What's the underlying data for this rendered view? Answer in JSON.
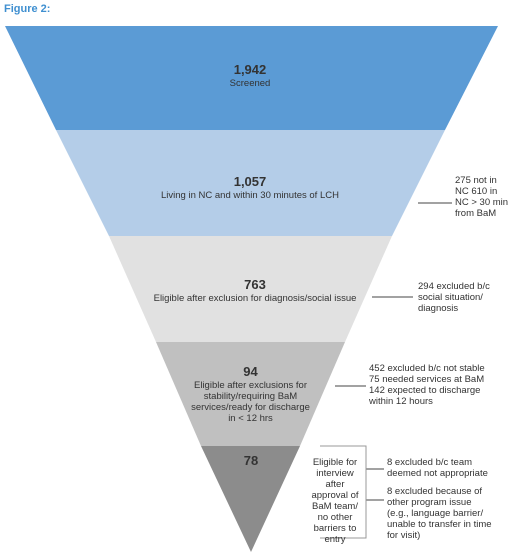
{
  "figure_title": "Figure 2:",
  "colors": {
    "title": "#3f8fd0",
    "stage1": "#5b9bd5",
    "stage2": "#b4cde8",
    "stage3": "#e1e1e1",
    "stage4": "#c0c0c0",
    "stage5": "#8c8c8c",
    "connector": "#444444"
  },
  "stages": [
    {
      "value": "1,942",
      "label": "Screened"
    },
    {
      "value": "1,057",
      "label": "Living in NC and within 30 minutes of LCH"
    },
    {
      "value": "763",
      "label": "Eligible after exclusion for diagnosis/social issue"
    },
    {
      "value": "94",
      "label": "Eligible after exclusions for stability/requiring BaM services/ready for discharge in < 12 hrs"
    },
    {
      "value": "78",
      "label": "Eligible for interview after approval of BaM team/ no other barriers to entry"
    }
  ],
  "exclusions": [
    {
      "text": "275 not in NC 610 in NC > 30 min from BaM"
    },
    {
      "text": "294 excluded b/c social situation/ diagnosis"
    },
    {
      "text": "452 excluded b/c not stable 75 needed services at BaM 142 expected to discharge within 12 hours"
    },
    {
      "text": "8 excluded b/c team deemed not appropriate"
    },
    {
      "text": "8 excluded because of other program issue (e.g., language barrier/ unable to transfer in time for visit)"
    }
  ]
}
